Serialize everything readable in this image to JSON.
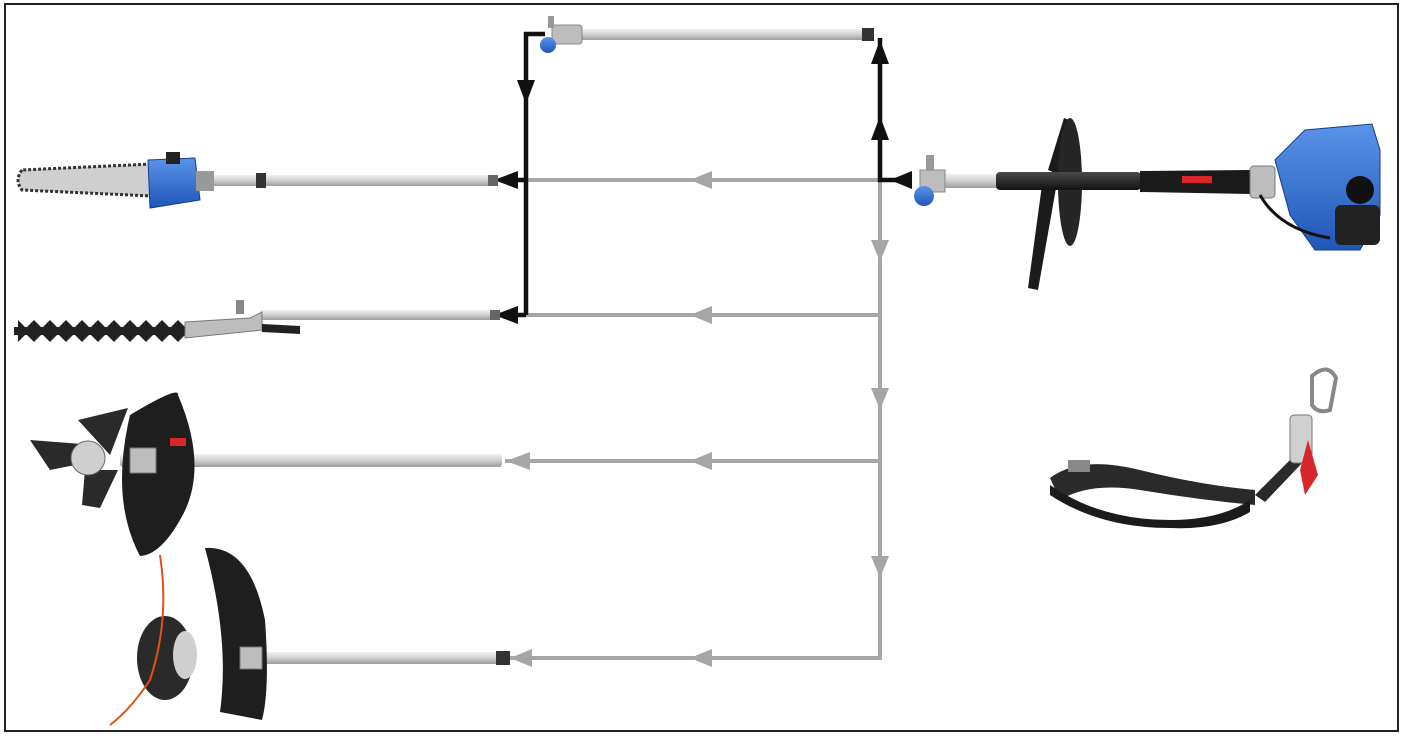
{
  "diagram": {
    "nodes": [
      {
        "id": "power-unit",
        "icon": "engine-power-head"
      },
      {
        "id": "extension-pole",
        "icon": "extension-shaft"
      },
      {
        "id": "pole-saw",
        "icon": "chainsaw-attachment"
      },
      {
        "id": "hedge-trimmer",
        "icon": "hedge-trimmer-attachment"
      },
      {
        "id": "brush-cutter",
        "icon": "three-tooth-blade-attachment"
      },
      {
        "id": "line-trimmer",
        "icon": "string-trimmer-attachment"
      },
      {
        "id": "shoulder-strap",
        "icon": "harness-strap"
      }
    ],
    "edges": [
      {
        "from": "power-unit",
        "to": "extension-pole",
        "style": "black"
      },
      {
        "from": "extension-pole",
        "to": "pole-saw",
        "style": "black"
      },
      {
        "from": "extension-pole",
        "to": "hedge-trimmer",
        "style": "black"
      },
      {
        "from": "power-unit",
        "to": "pole-saw",
        "style": "gray"
      },
      {
        "from": "power-unit",
        "to": "hedge-trimmer",
        "style": "gray"
      },
      {
        "from": "power-unit",
        "to": "brush-cutter",
        "style": "gray"
      },
      {
        "from": "power-unit",
        "to": "line-trimmer",
        "style": "gray"
      }
    ],
    "colors": {
      "frame": "#222222",
      "direct_path": "#a6a6a6",
      "extension_path": "#111111",
      "brand_blue": "#2f6fd6",
      "shaft": "#d9d9d9",
      "accent_red": "#d8262b",
      "trimmer_line": "#e0501a"
    }
  }
}
